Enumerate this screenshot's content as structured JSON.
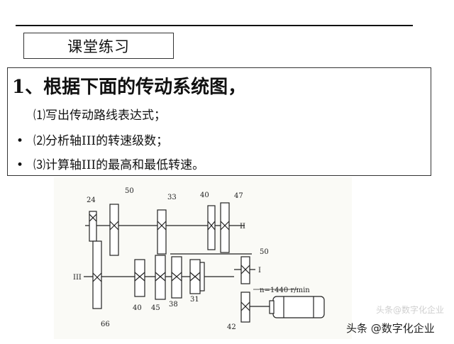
{
  "slide": {
    "title": "课堂练习",
    "question_heading": "1、根据下面的传动系统图，",
    "items": [
      {
        "bullet": "",
        "text": "⑴写出传动路线表达式；"
      },
      {
        "bullet": "•",
        "text": "⑵分析轴III的转速级数；"
      },
      {
        "bullet": "•",
        "text": "⑶计算轴III的最高和最低转速。"
      }
    ]
  },
  "diagram": {
    "gear_labels": {
      "g24": "24",
      "g50a": "50",
      "g33": "33",
      "g40a": "40",
      "g47": "47",
      "g50b": "50",
      "g40b": "40",
      "g45": "45",
      "g38": "38",
      "g31": "31",
      "g66": "66",
      "g42": "42"
    },
    "shaft_labels": {
      "II": "II",
      "III": "III",
      "I": "I"
    },
    "motor_speed": "n=1440 r/min"
  },
  "watermark": {
    "text": "头条 @数字化企业",
    "faint": "头条@数字化企业"
  }
}
